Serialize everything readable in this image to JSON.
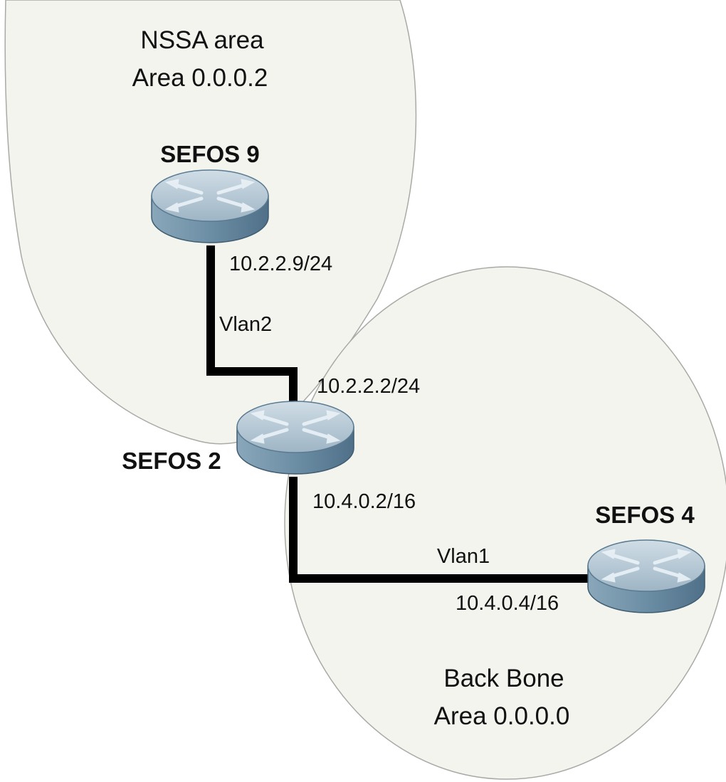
{
  "areas": {
    "nssa": {
      "name": "NSSA area",
      "id": "Area 0.0.0.2"
    },
    "backbone": {
      "name": "Back Bone",
      "id": "Area 0.0.0.0"
    }
  },
  "routers": {
    "sefos9": {
      "label": "SEFOS 9"
    },
    "sefos2": {
      "label": "SEFOS 2"
    },
    "sefos4": {
      "label": "SEFOS 4"
    }
  },
  "links": {
    "vlan2": {
      "label": "Vlan2",
      "ip_sefos9": "10.2.2.9/24",
      "ip_sefos2": "10.2.2.2/24"
    },
    "vlan1": {
      "label": "Vlan1",
      "ip_sefos2": "10.4.0.2/16",
      "ip_sefos4": "10.4.0.4/16"
    }
  },
  "colors": {
    "area_fill": "#f3f4ee",
    "area_stroke": "#a9aaa6",
    "link": "#000000",
    "router_top": "#b8cbd8",
    "router_side": "#6f90a6",
    "router_arrow": "#e9f1f6"
  }
}
